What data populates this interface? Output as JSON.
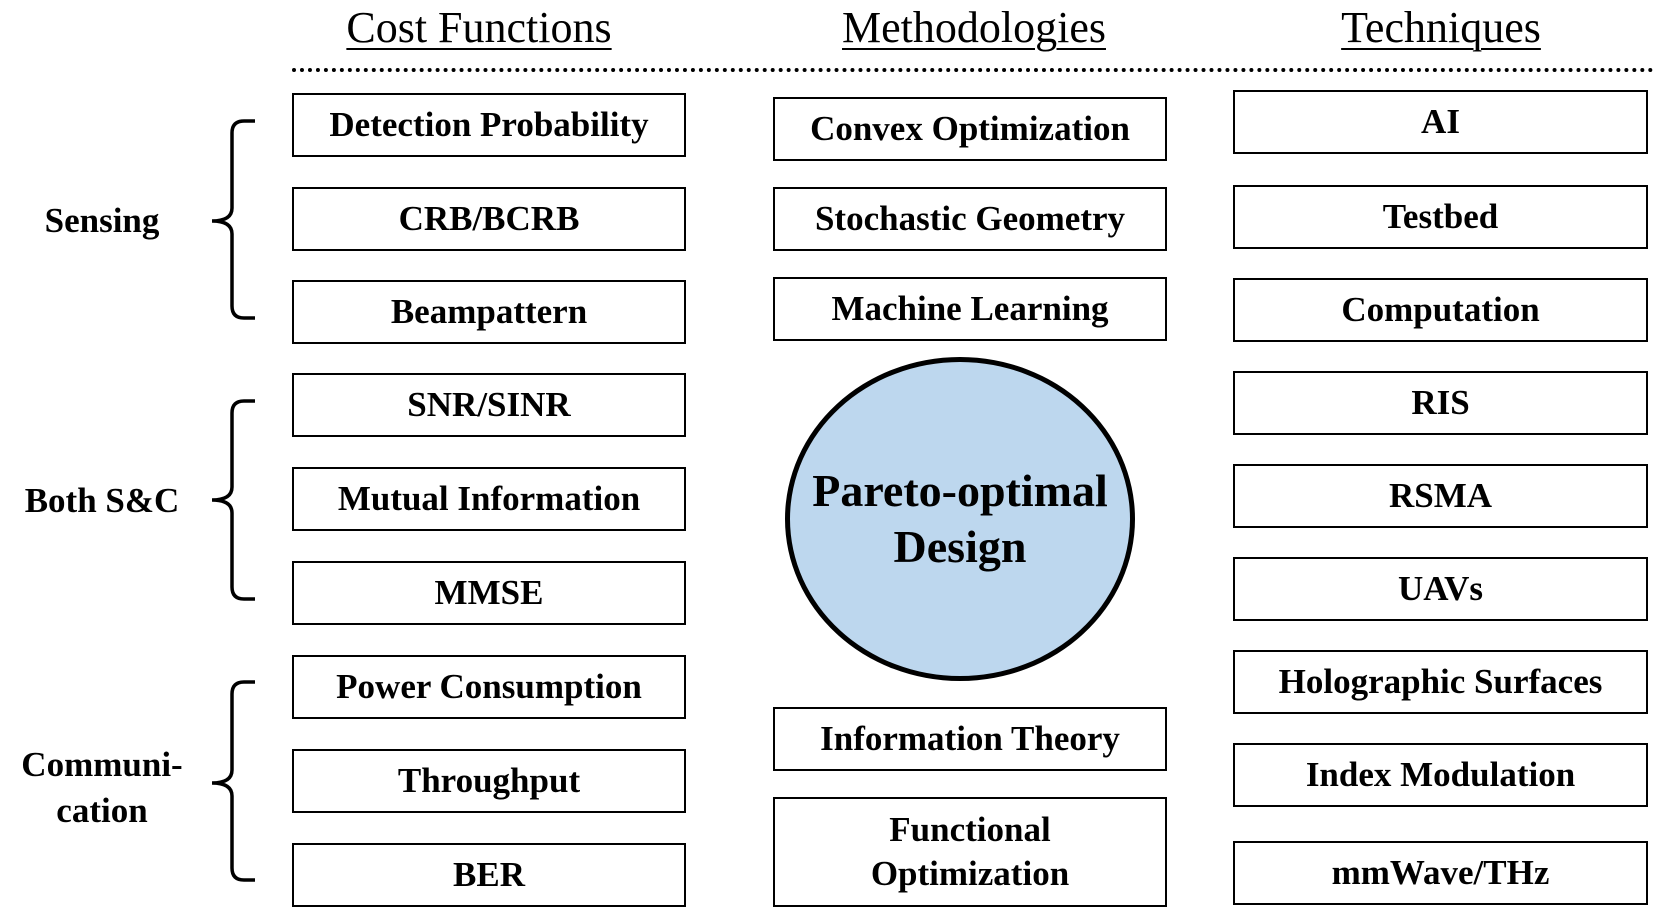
{
  "headers": {
    "cost_functions": "Cost Functions",
    "methodologies": "Methodologies",
    "techniques": "Techniques"
  },
  "groups": {
    "sensing": "Sensing",
    "both": "Both S&C",
    "communication": "Communi-\ncation"
  },
  "cost_functions": [
    "Detection Probability",
    "CRB/BCRB",
    "Beampattern",
    "SNR/SINR",
    "Mutual Information",
    "MMSE",
    "Power Consumption",
    "Throughput",
    "BER"
  ],
  "methodologies": [
    "Convex Optimization",
    "Stochastic Geometry",
    "Machine Learning",
    "Information Theory",
    "Functional\nOptimization"
  ],
  "center": {
    "label": "Pareto-optimal\nDesign",
    "fill_color": "#bdd7ee"
  },
  "techniques": [
    "AI",
    "Testbed",
    "Computation",
    "RIS",
    "RSMA",
    "UAVs",
    "Holographic Surfaces",
    "Index Modulation",
    "mmWave/THz"
  ]
}
